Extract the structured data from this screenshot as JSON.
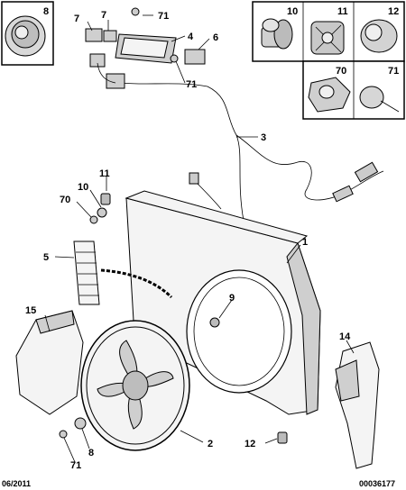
{
  "callouts": {
    "p1": "1",
    "p2": "2",
    "p3": "3",
    "p4": "4",
    "p5": "5",
    "p6": "6",
    "p7a": "7",
    "p7b": "7",
    "p8_box": "8",
    "p8_lower": "8",
    "p9": "9",
    "p10_box": "10",
    "p10": "10",
    "p11_box": "11",
    "p11": "11",
    "p12_box": "12",
    "p12": "12",
    "p14": "14",
    "p15": "15",
    "p70_box": "70",
    "p70": "70",
    "p71_box": "71",
    "p71_top": "71",
    "p71_mid": "71",
    "p71_bottom": "71"
  },
  "footer": {
    "date": "06/2011",
    "reference": "00036177"
  },
  "icons": {
    "fan": "fan-icon",
    "frame": "radiator-frame-icon",
    "harness": "wiring-harness-icon",
    "resistor": "resistor-icon",
    "grille": "grille-icon",
    "deflector": "air-deflector-icon"
  }
}
